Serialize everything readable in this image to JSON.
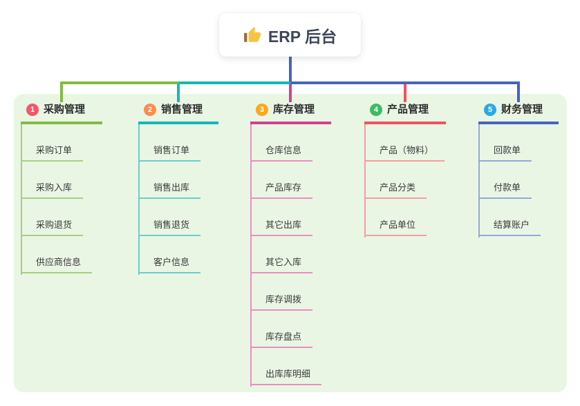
{
  "root": {
    "icon": "thumbs-up",
    "label": "ERP 后台"
  },
  "colors": {
    "canvas_bg": "#E9F6E4",
    "root_connector": "#4464C2",
    "branch_lines": [
      "#82BB41",
      "#14B8B6",
      "#D2418F",
      "#F2535C",
      "#4464C2"
    ],
    "branch_light_lines": [
      "#A6CF7F",
      "#6FCCC9",
      "#E98FC0",
      "#F59CA0",
      "#93A8DC"
    ],
    "badge_colors": [
      "#F4566A",
      "#FB8C4C",
      "#FBA81C",
      "#3BBD62",
      "#2BA9E1"
    ]
  },
  "branches": [
    {
      "num": "1",
      "title": "采购管理",
      "children": [
        "采购订单",
        "采购入库",
        "采购退货",
        "供应商信息"
      ]
    },
    {
      "num": "2",
      "title": "销售管理",
      "children": [
        "销售订单",
        "销售出库",
        "销售退货",
        "客户信息"
      ]
    },
    {
      "num": "3",
      "title": "库存管理",
      "children": [
        "仓库信息",
        "产品库存",
        "其它出库",
        "其它入库",
        "库存调拨",
        "库存盘点",
        "出库库明细"
      ]
    },
    {
      "num": "4",
      "title": "产品管理",
      "children": [
        "产品（物料）",
        "产品分类",
        "产品单位"
      ]
    },
    {
      "num": "5",
      "title": "财务管理",
      "children": [
        "回款单",
        "付款单",
        "结算账户"
      ]
    }
  ]
}
